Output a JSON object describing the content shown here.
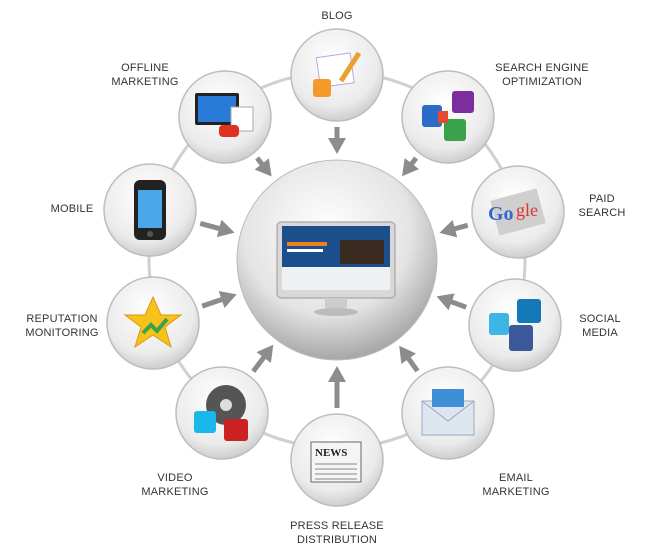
{
  "center": {
    "label": "",
    "icon": "computer-monitor-website"
  },
  "nodes": [
    {
      "label": "BLOG",
      "icon": "blog-rss-pencil-icon"
    },
    {
      "label": "SEARCH ENGINE\nOPTIMIZATION",
      "icon": "search-engines-icon"
    },
    {
      "label": "PAID\nSEARCH",
      "icon": "google-icon"
    },
    {
      "label": "SOCIAL\nMEDIA",
      "icon": "social-media-icon"
    },
    {
      "label": "EMAIL\nMARKETING",
      "icon": "envelope-icon"
    },
    {
      "label": "PRESS RELEASE\nDISTRIBUTION",
      "icon": "newspaper-icon"
    },
    {
      "label": "VIDEO\nMARKETING",
      "icon": "video-reel-icon"
    },
    {
      "label": "REPUTATION\nMONITORING",
      "icon": "star-icon"
    },
    {
      "label": "MOBILE",
      "icon": "smartphone-icon"
    },
    {
      "label": "OFFLINE\nMARKETING",
      "icon": "tv-phone-icon"
    }
  ],
  "colors": {
    "ring": "#d0d0d0",
    "arrow": "#8c8c8c",
    "circle": "#e6e6e6"
  }
}
